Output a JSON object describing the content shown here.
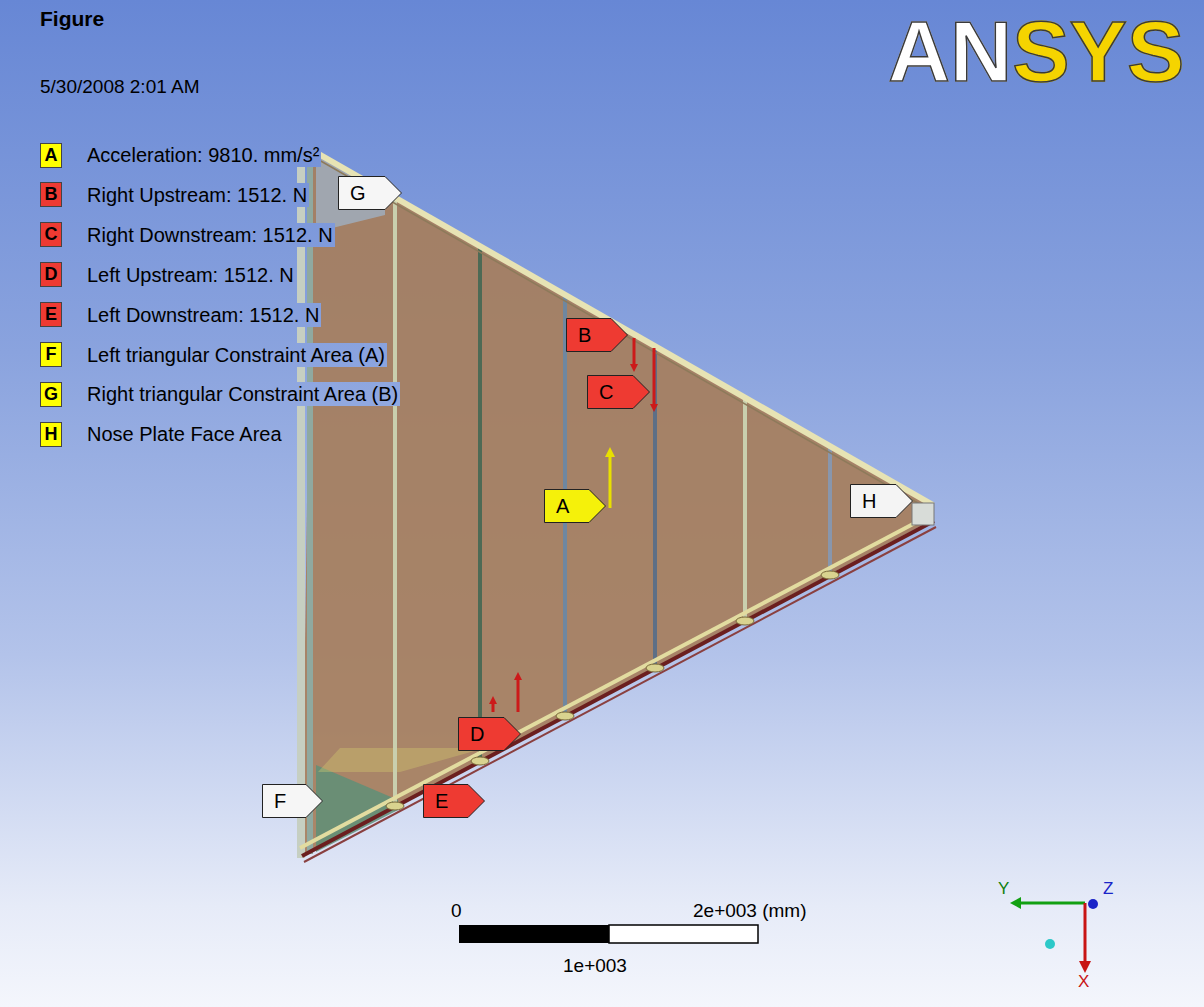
{
  "diagram": {
    "title": "Figure",
    "nodes": [
      {
        "text": [
          "G"
        ]
      },
      {
        "text": [
          "B"
        ]
      },
      {
        "text": [
          "C"
        ]
      },
      {
        "text": [
          "H"
        ]
      },
      {
        "text": [
          "A"
        ]
      },
      {
        "text": [
          "D"
        ]
      },
      {
        "text": [
          "E"
        ]
      },
      {
        "text": [
          "F"
        ]
      }
    ],
    "labels": [
      "A",
      "B",
      "C",
      "D",
      "E",
      "F",
      "G",
      "H",
      "5/30/2008 2:01 AM",
      "ANSYS",
      "0",
      "2e+003 (mm)",
      "1e+003",
      "Y",
      "Z",
      "X"
    ],
    "legend": [
      {
        "text": "Acceleration: 9810. mm/s²",
        "color": "#ffff00"
      },
      {
        "text": "Right Upstream: 1512. N",
        "color": "#ee3a32"
      },
      {
        "text": "Right Downstream: 1512. N",
        "color": "#ee3a32"
      },
      {
        "text": "Left Upstream: 1512. N",
        "color": "#ee3a32"
      },
      {
        "text": "Left Downstream: 1512. N",
        "color": "#ee3a32"
      },
      {
        "text": "Left triangular Constraint Area (A)",
        "color": "#ffff00"
      },
      {
        "text": "Right triangular Constraint Area (B)",
        "color": "#ffff00"
      },
      {
        "text": "Nose Plate Face Area",
        "color": "#ffff00"
      }
    ]
  }
}
